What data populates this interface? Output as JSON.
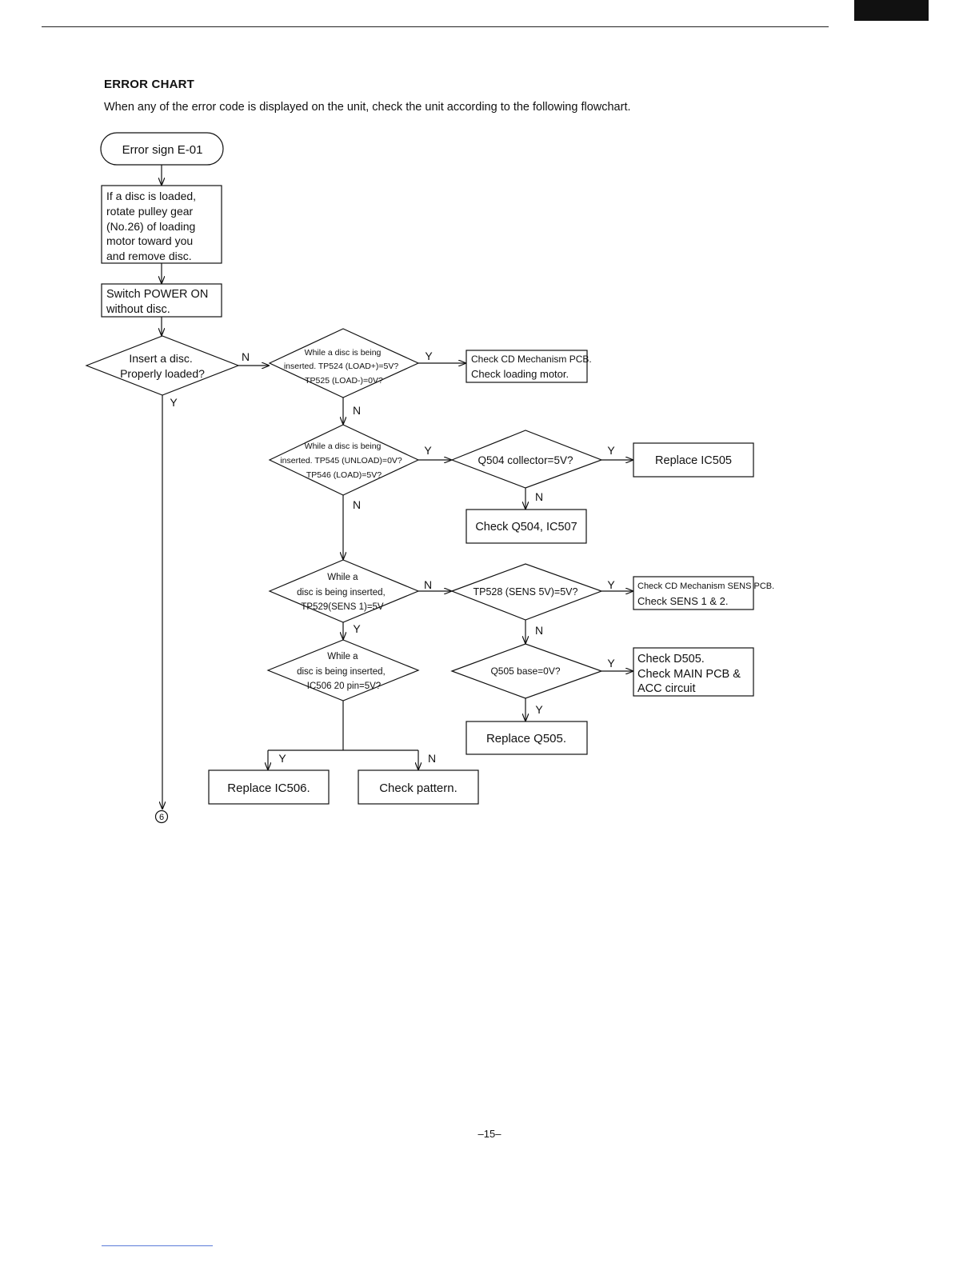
{
  "heading": {
    "title": "ERROR CHART",
    "intro": "When any of the error code is displayed on the unit, check the unit according to the following flowchart."
  },
  "flowchart": {
    "start": "Error sign E-01",
    "step_remove_disc": [
      "If a disc is loaded,",
      "rotate pulley gear",
      "(No.26) of loading",
      "motor toward you",
      "and remove disc."
    ],
    "step_power_on": [
      "Switch POWER ON",
      "without disc."
    ],
    "decision_insert": [
      "Insert a disc.",
      "Properly loaded?"
    ],
    "decision_load_tp": [
      "While a disc is being",
      "inserted. TP524 (LOAD+)=5V?",
      "TP525 (LOAD-)=0V?"
    ],
    "action_check_mech": [
      "Check CD Mechanism PCB.",
      "Check loading motor."
    ],
    "decision_unload_tp": [
      "While a disc is being",
      "inserted. TP545 (UNLOAD)=0V?",
      "TP546 (LOAD)=5V?"
    ],
    "decision_q504": "Q504 collector=5V?",
    "action_replace_ic505": "Replace IC505",
    "action_check_q504": "Check Q504, IC507",
    "decision_sens1": [
      "While a",
      "disc is being inserted,",
      "TP529(SENS 1)=5V"
    ],
    "decision_tp528": "TP528 (SENS 5V)=5V?",
    "action_check_sens": [
      "Check CD Mechanism SENS PCB.",
      "Check SENS 1 & 2."
    ],
    "decision_ic506": [
      "While a",
      "disc is being inserted,",
      "IC506 20 pin=5V?"
    ],
    "decision_q505": "Q505 base=0V?",
    "action_check_d505": [
      "Check D505.",
      "Check MAIN PCB &",
      "ACC circuit"
    ],
    "action_replace_q505": "Replace Q505.",
    "action_replace_ic506": "Replace IC506.",
    "action_check_pattern": "Check pattern.",
    "connector": "6",
    "yes": "Y",
    "no": "N"
  },
  "page_number": "–15–"
}
